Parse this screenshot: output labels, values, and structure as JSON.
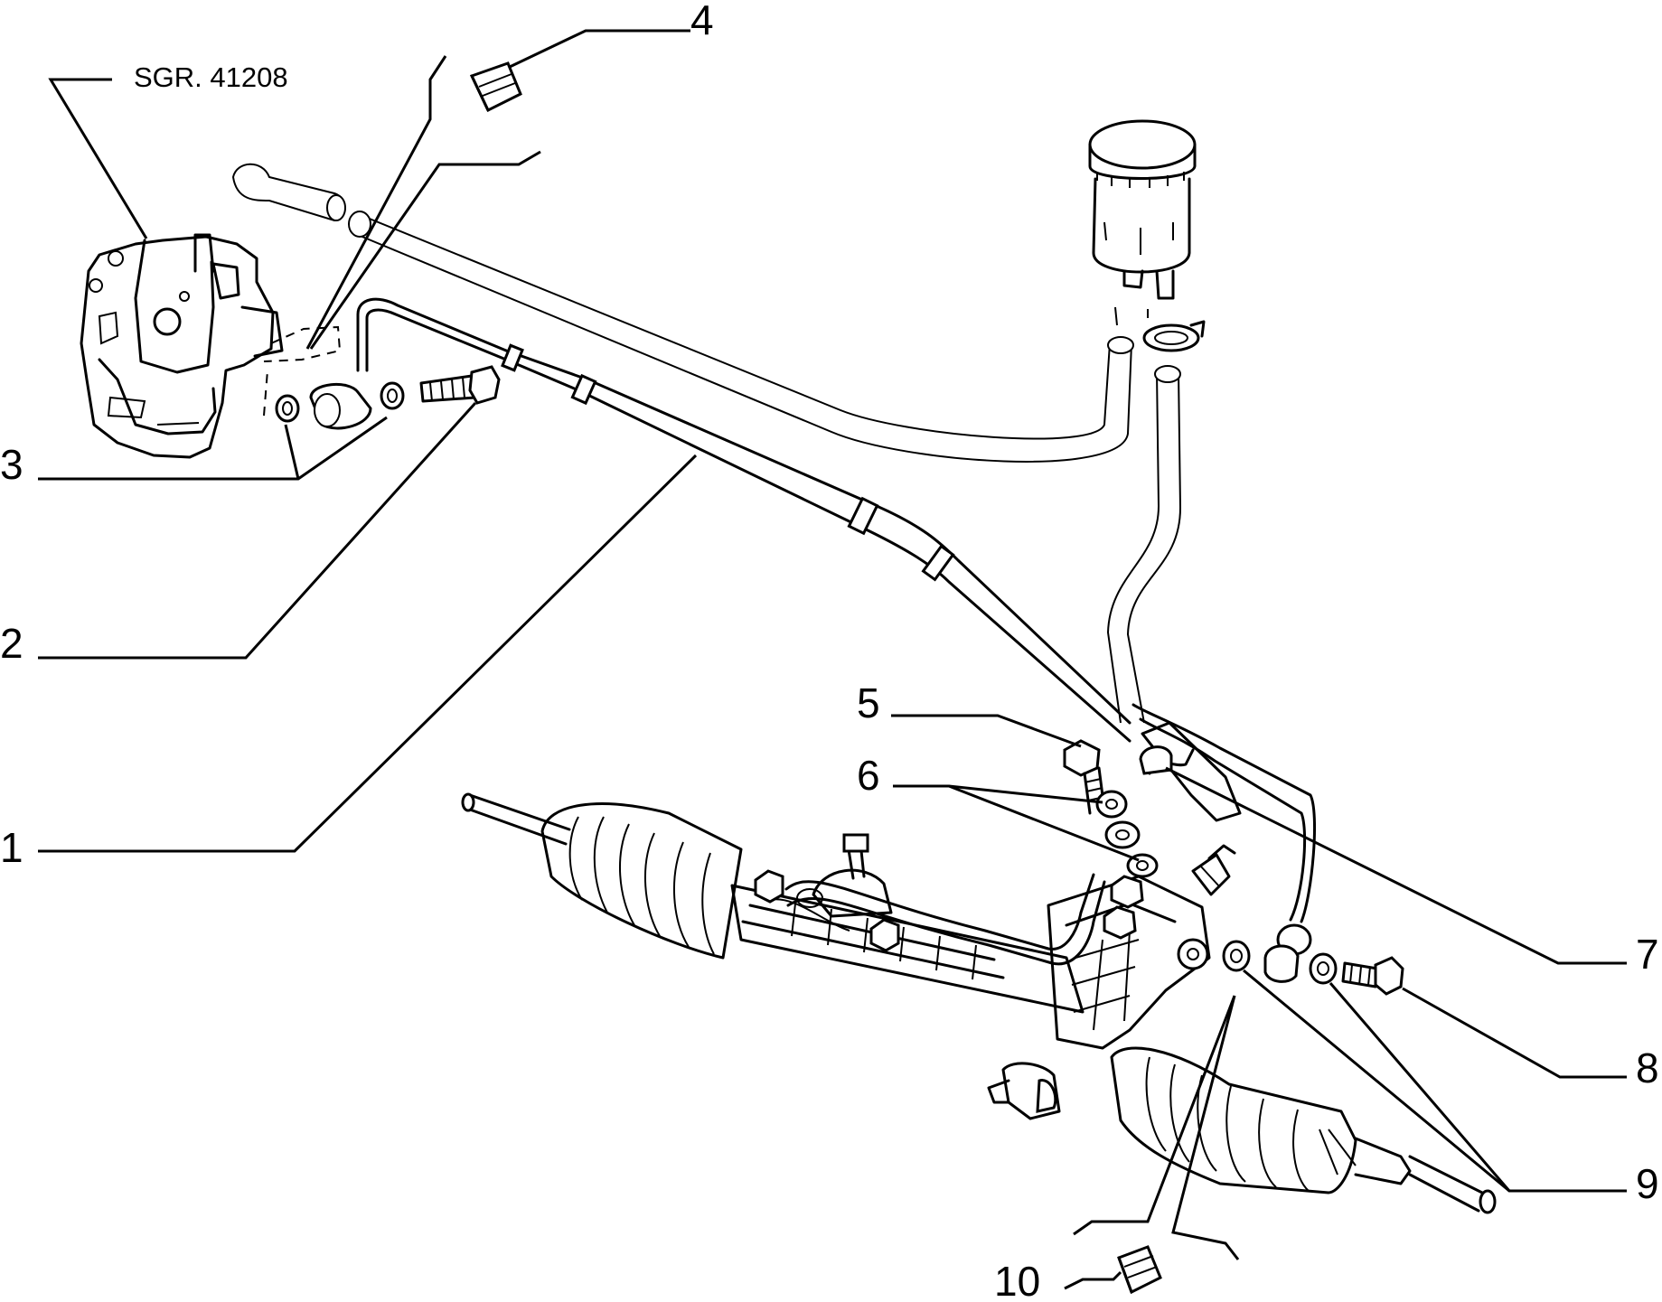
{
  "diagram": {
    "reference": "SGR. 41208",
    "callouts": [
      {
        "id": "1",
        "label": "1"
      },
      {
        "id": "2",
        "label": "2"
      },
      {
        "id": "3",
        "label": "3"
      },
      {
        "id": "4",
        "label": "4"
      },
      {
        "id": "5",
        "label": "5"
      },
      {
        "id": "6",
        "label": "6"
      },
      {
        "id": "7",
        "label": "7"
      },
      {
        "id": "8",
        "label": "8"
      },
      {
        "id": "9",
        "label": "9"
      },
      {
        "id": "10",
        "label": "10"
      }
    ]
  }
}
